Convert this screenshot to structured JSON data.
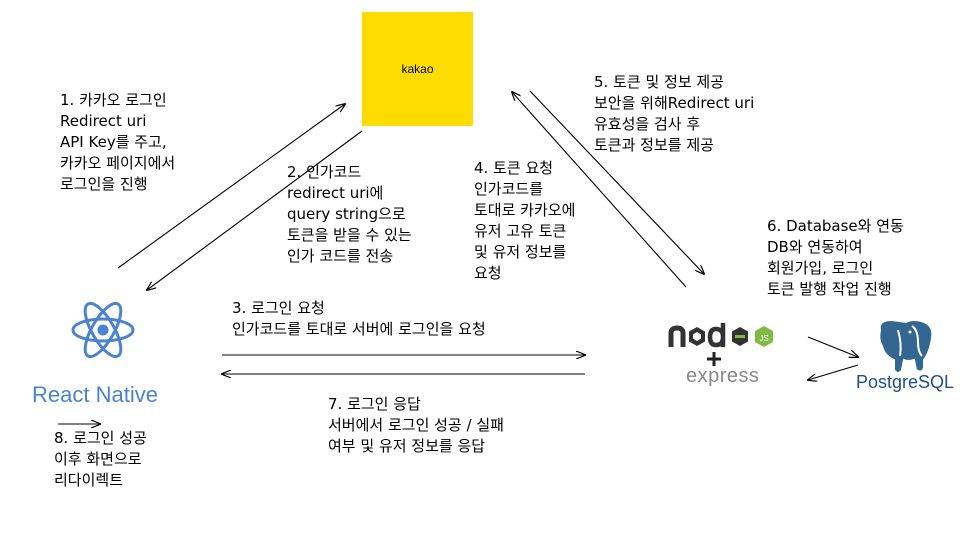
{
  "kakao": {
    "label": "kakao",
    "color": "#ffdc00"
  },
  "react_native": {
    "label": "React Native",
    "color": "#4a82d4"
  },
  "server": {
    "express_label": "express"
  },
  "postgres": {
    "label": "PostgreSQL"
  },
  "steps": {
    "s1": [
      "1.  카카오 로그인",
      "Redirect uri",
      "API Key를 주고,",
      "카카오 페이지에서",
      "로그인을 진행"
    ],
    "s2": [
      "2. 인가코드",
      "redirect uri에",
      "query string으로",
      "토큰을 받을 수 있는",
      "인가 코드를 전송"
    ],
    "s3": [
      "3. 로그인 요청",
      "인가코드를 토대로 서버에 로그인을 요청"
    ],
    "s4": [
      "4. 토큰 요청",
      "인가코드를",
      "토대로 카카오에",
      "유저 고유 토큰",
      "및 유저 정보를",
      "요청"
    ],
    "s5": [
      "5. 토큰 및 정보 제공",
      "보안을 위해Redirect uri",
      "유효성을 검사 후",
      "토큰과 정보를 제공"
    ],
    "s6": [
      "6. Database와 연동",
      "DB와 연동하여",
      "회원가입, 로그인",
      "토큰 발행 작업 진행"
    ],
    "s7": [
      "7. 로그인 응답",
      "서버에서 로그인 성공 / 실패",
      "여부 및 유저 정보를 응답"
    ],
    "s8": [
      "8. 로그인 성공",
      "이후 화면으로",
      "리다이렉트"
    ]
  }
}
